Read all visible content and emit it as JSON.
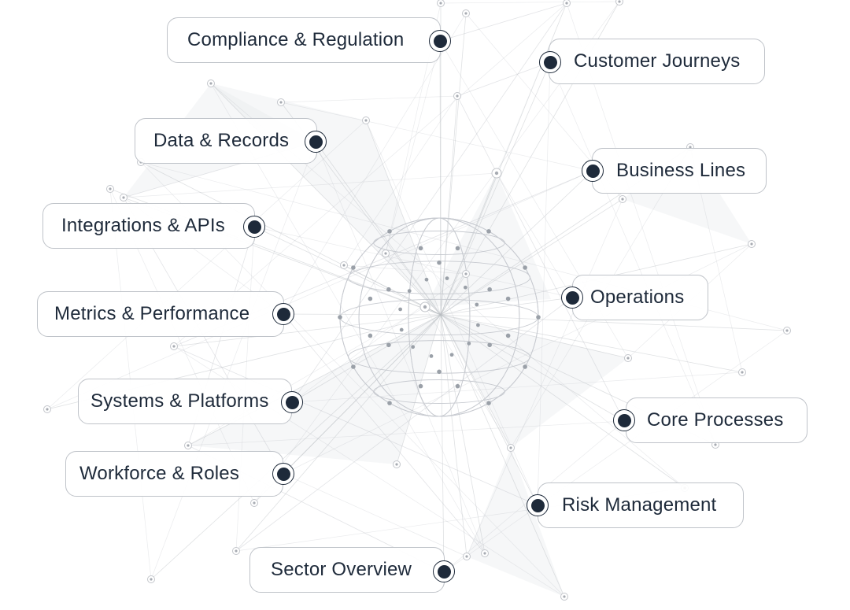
{
  "nodes": [
    {
      "id": "compliance",
      "label": "Compliance & Regulation"
    },
    {
      "id": "customer",
      "label": "Customer Journeys"
    },
    {
      "id": "data",
      "label": "Data & Records"
    },
    {
      "id": "business",
      "label": "Business Lines"
    },
    {
      "id": "integrations",
      "label": "Integrations & APIs"
    },
    {
      "id": "metrics",
      "label": "Metrics & Performance"
    },
    {
      "id": "operations",
      "label": "Operations"
    },
    {
      "id": "systems",
      "label": "Systems & Platforms"
    },
    {
      "id": "core",
      "label": "Core Processes"
    },
    {
      "id": "workforce",
      "label": "Workforce & Roles"
    },
    {
      "id": "risk",
      "label": "Risk Management"
    },
    {
      "id": "sector",
      "label": "Sector Overview"
    }
  ],
  "colors": {
    "node": "#1e2a3a",
    "border": "#bfc3c9",
    "network": "#b9bcc2",
    "sphere": "#9aa0a8"
  }
}
